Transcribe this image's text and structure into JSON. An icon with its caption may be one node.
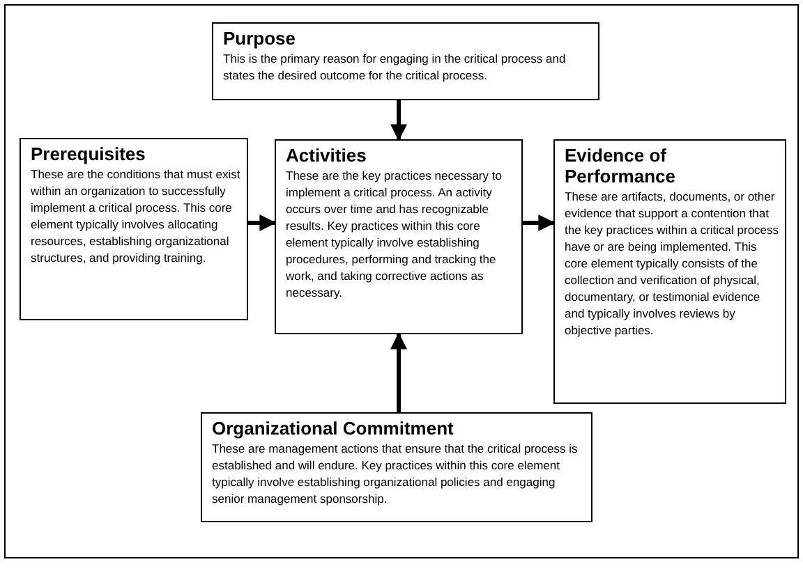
{
  "diagram": {
    "nodes": [
      {
        "text": [
          "Purpose",
          "This is the primary reason for engaging in the critical process and states the desired outcome for the critical process."
        ]
      },
      {
        "text": [
          "Prerequisites",
          "These are the conditions that must exist within an organization to successfully implement a critical process.  This core element typically involves allocating resources, establishing organizational structures, and providing training."
        ]
      },
      {
        "text": [
          "Activities",
          "These are the key practices necessary to implement a critical process. An activity occurs over time and has recognizable results. Key practices within this core element typically involve establishing procedures, performing and tracking the work, and taking corrective actions as necessary."
        ]
      },
      {
        "text": [
          "Evidence of Performance",
          "These are artifacts, documents, or other evidence that support a contention that the key practices within a critical process have or are being implemented. This core element typically consists of the collection and verification of physical, documentary, or testimonial evidence and typically involves reviews by objective parties."
        ]
      },
      {
        "text": [
          "Organizational Commitment",
          "These are management actions that ensure that the critical process is established and will endure. Key practices within this core element typically involve establishing organizational policies and engaging senior management sponsorship."
        ]
      }
    ],
    "edges": [
      {
        "from": 0,
        "to": 2,
        "arrow": "to"
      },
      {
        "from": 1,
        "to": 2,
        "arrow": "to"
      },
      {
        "from": 2,
        "to": 3,
        "arrow": "to"
      },
      {
        "from": 4,
        "to": 2,
        "arrow": "to"
      }
    ]
  }
}
